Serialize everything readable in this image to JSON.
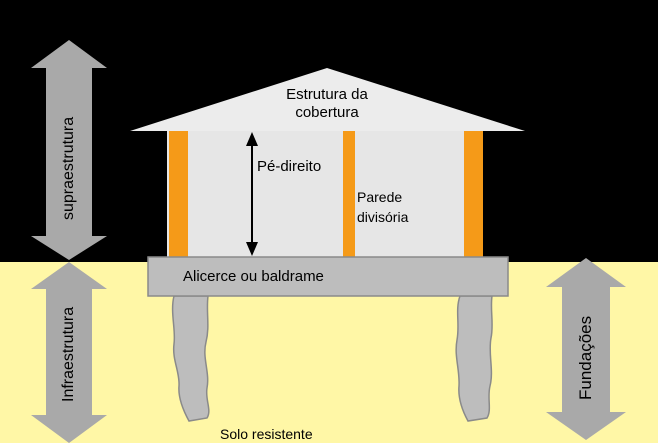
{
  "colors": {
    "sky": "#000000",
    "ground": "#FFF7A6",
    "roof": "#ECECEC",
    "walls": "#E6E6E6",
    "columns": "#F59A18",
    "foundation": "#BDBDBD",
    "arrow": "#A9A9A9"
  },
  "labels": {
    "roof": "Estrutura da cobertura",
    "ceiling_height": "Pé-direito",
    "partition_wall": "Parede divisória",
    "foundation_beam": "Alicerce ou baldrame",
    "resistant_soil": "Solo resistente",
    "superstructure": "supraestrutura",
    "infrastructure": "Infraestrutura",
    "foundations": "Fundações"
  },
  "icons": {
    "superstructure_arrow": "double-arrow-vertical-icon",
    "infrastructure_arrow": "double-arrow-vertical-icon",
    "foundations_arrow": "double-arrow-vertical-icon",
    "ceiling_height_arrow": "double-arrow-vertical-icon"
  }
}
